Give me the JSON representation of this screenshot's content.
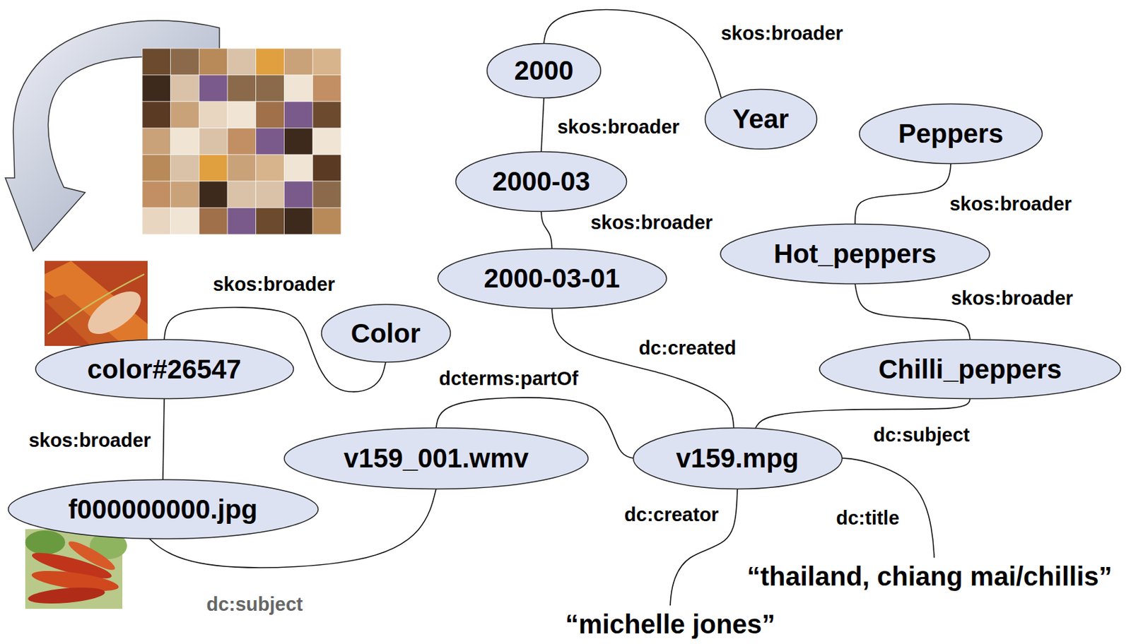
{
  "diagram": {
    "nodes": [
      {
        "text": [
          "2000"
        ]
      },
      {
        "text": [
          "Year"
        ]
      },
      {
        "text": [
          "Peppers"
        ]
      },
      {
        "text": [
          "2000-03"
        ]
      },
      {
        "text": [
          "Hot_peppers"
        ]
      },
      {
        "text": [
          "2000-03-01"
        ]
      },
      {
        "text": [
          "Color"
        ]
      },
      {
        "text": [
          "color#26547"
        ]
      },
      {
        "text": [
          "Chilli_peppers"
        ]
      },
      {
        "text": [
          "v159_001.wmv"
        ]
      },
      {
        "text": [
          "v159.mpg"
        ]
      },
      {
        "text": [
          "f000000000.jpg"
        ]
      }
    ],
    "edges": [
      {
        "from": 3,
        "to": 0,
        "arrow": "none",
        "label": "skos:broader"
      },
      {
        "from": 0,
        "to": 1,
        "arrow": "none",
        "label": "skos:broader"
      },
      {
        "from": 5,
        "to": 3,
        "arrow": "none",
        "label": "skos:broader"
      },
      {
        "from": 4,
        "to": 2,
        "arrow": "none",
        "label": "skos:broader"
      },
      {
        "from": 8,
        "to": 4,
        "arrow": "none",
        "label": "skos:broader"
      },
      {
        "from": 10,
        "to": 5,
        "arrow": "none",
        "label": "dc:created"
      },
      {
        "from": 10,
        "to": 8,
        "arrow": "none",
        "label": "dc:subject"
      },
      {
        "from": 9,
        "to": 10,
        "arrow": "none",
        "label": "dcterms:partOf"
      },
      {
        "from": 7,
        "to": 6,
        "arrow": "none",
        "label": "skos:broader"
      },
      {
        "from": 11,
        "to": 7,
        "arrow": "none",
        "label": "skos:broader"
      },
      {
        "from": 11,
        "to": 9,
        "arrow": "none"
      }
    ],
    "labels": [
      "dc:creator",
      "dc:title",
      "“thailand, chiang mai/chillis”",
      "dc:subject",
      "“michelle jones”"
    ]
  }
}
